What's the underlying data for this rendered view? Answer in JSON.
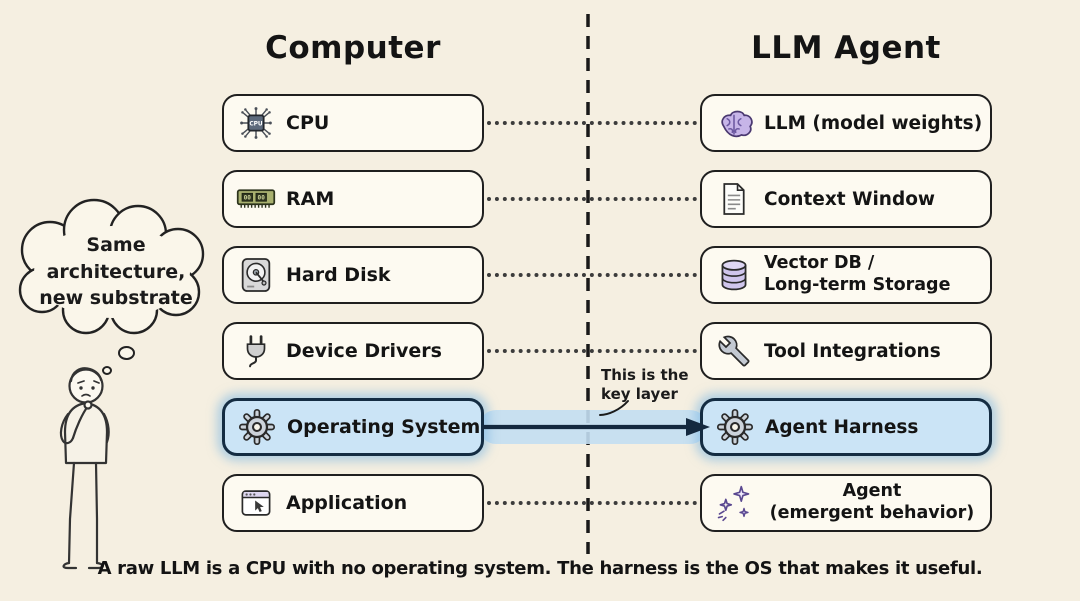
{
  "headers": {
    "left": "Computer",
    "right": "LLM Agent"
  },
  "rows": [
    {
      "left": {
        "icon": "cpu-chip",
        "label": "CPU"
      },
      "right": {
        "icon": "brain",
        "label": "LLM (model weights)"
      },
      "highlighted": false
    },
    {
      "left": {
        "icon": "ram-stick",
        "label": "RAM"
      },
      "right": {
        "icon": "document",
        "label": "Context Window"
      },
      "highlighted": false
    },
    {
      "left": {
        "icon": "hard-disk",
        "label": "Hard Disk"
      },
      "right": {
        "icon": "database",
        "label": "Vector DB /\nLong-term Storage"
      },
      "highlighted": false
    },
    {
      "left": {
        "icon": "power-plug",
        "label": "Device Drivers"
      },
      "right": {
        "icon": "wrench",
        "label": "Tool Integrations"
      },
      "highlighted": false
    },
    {
      "left": {
        "icon": "gear",
        "label": "Operating System"
      },
      "right": {
        "icon": "gear",
        "label": "Agent Harness"
      },
      "highlighted": true
    },
    {
      "left": {
        "icon": "app-window",
        "label": "Application"
      },
      "right": {
        "icon": "sparkles",
        "label": "Agent\n(emergent behavior)"
      },
      "highlighted": false
    }
  ],
  "thought_bubble": {
    "text": "Same architecture,\nnew substrate"
  },
  "annotation": {
    "text": "This is the\nkey layer"
  },
  "caption": "A raw LLM is a CPU with no operating system. The harness is the OS that makes it useful.",
  "colors": {
    "background": "#f5efe1",
    "box_fill": "#fdfaf1",
    "box_border": "#1f1f1f",
    "highlight_fill": "#cbe4f6",
    "highlight_border": "#142c42",
    "arrow": "#14293f",
    "text": "#141414"
  }
}
